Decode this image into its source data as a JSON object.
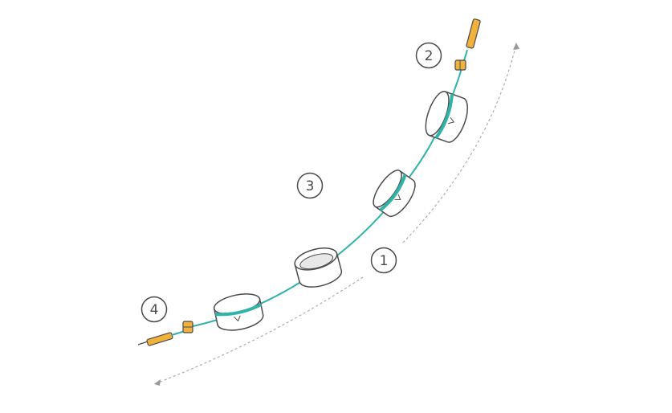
{
  "steps": [
    {
      "number": "1"
    },
    {
      "number": "2"
    },
    {
      "number": "3"
    },
    {
      "number": "4"
    }
  ],
  "colors": {
    "cable": "#2fb3a9",
    "connector": "#f0b23c",
    "outline": "#4a4a4a",
    "arrow": "#aaaaaa",
    "ring_inner": "#e8e8e8"
  },
  "icons": {
    "arrow_down": "curved-arrow-toward-bottom-left",
    "arrow_up": "curved-arrow-toward-top-right"
  }
}
